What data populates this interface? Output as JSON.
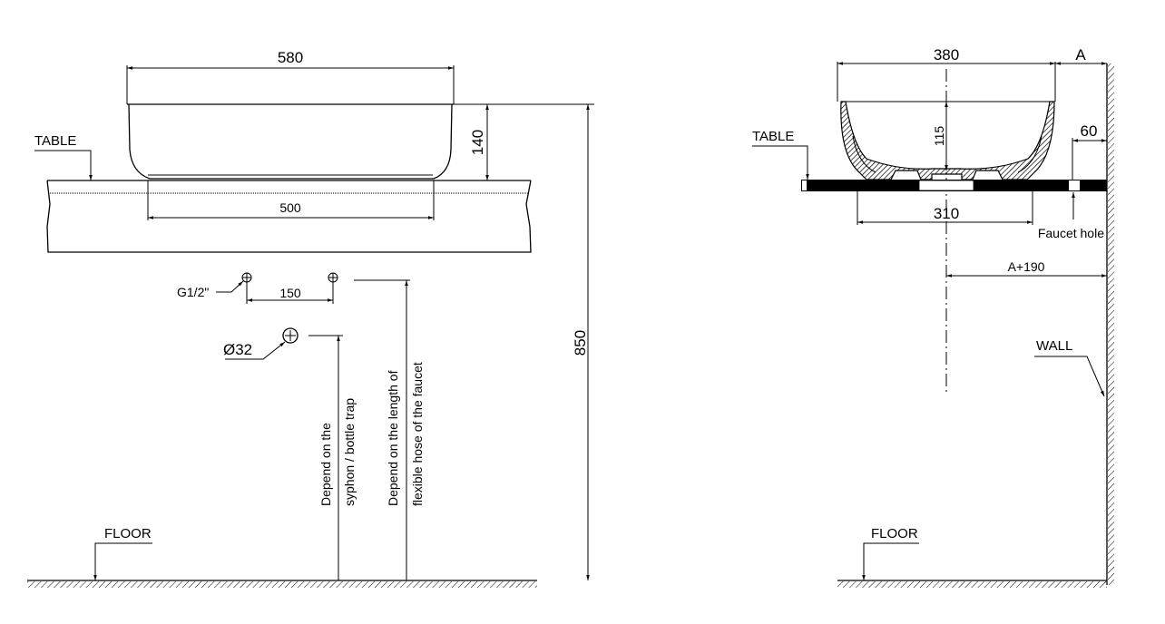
{
  "front_view": {
    "width_top": "580",
    "width_base": "500",
    "height_basin": "140",
    "height_total": "850",
    "table_label": "TABLE",
    "floor_label": "FLOOR",
    "supply_label": "G1/2\"",
    "supply_spacing": "150",
    "drain_label": "Ø32",
    "syphon_note": [
      "Depend on the",
      "syphon / bottle trap"
    ],
    "hose_note": [
      "Depend on the length of",
      "flexible hose of the faucet"
    ]
  },
  "side_view": {
    "width_top": "380",
    "wall_offset": "A",
    "depth_inner": "115",
    "faucet_offset": "60",
    "width_base": "310",
    "faucet_hole_label": "Faucet hole",
    "center_to_wall": "A+190",
    "table_label": "TABLE",
    "wall_label": "WALL",
    "floor_label": "FLOOR"
  },
  "colors": {
    "line": "#000000",
    "background": "#ffffff"
  }
}
